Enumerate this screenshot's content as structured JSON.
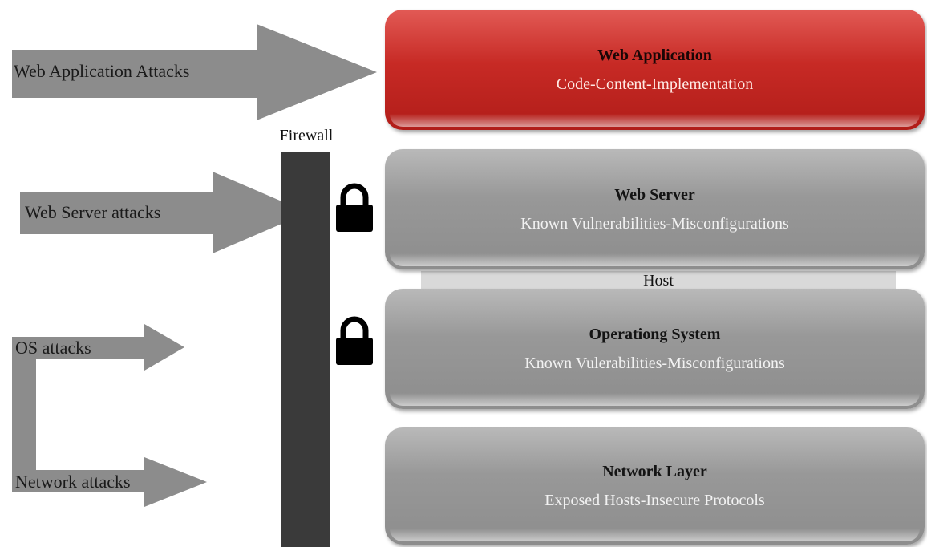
{
  "diagram": {
    "attacks": {
      "web_application": "Web Application Attacks",
      "web_server": "Web Server attacks",
      "os": "OS attacks",
      "network": "Network attacks"
    },
    "firewall_label": "Firewall",
    "host_label": "Host",
    "layers": [
      {
        "title": "Web Application",
        "subtitle": "Code-Content-Implementation",
        "color": "#c72a25"
      },
      {
        "title": "Web Server",
        "subtitle": "Known Vulnerabilities-Misconfigurations",
        "color": "#989898"
      },
      {
        "title": "Operationg System",
        "subtitle": "Known Vulerabilities-Misconfigurations",
        "color": "#989898"
      },
      {
        "title": "Network Layer",
        "subtitle": "Exposed Hosts-Insecure Protocols",
        "color": "#989898"
      }
    ],
    "arrow_color": "#8c8c8c",
    "firewall_color": "#3a3a3a",
    "lock_icon": "padlock-icon"
  }
}
